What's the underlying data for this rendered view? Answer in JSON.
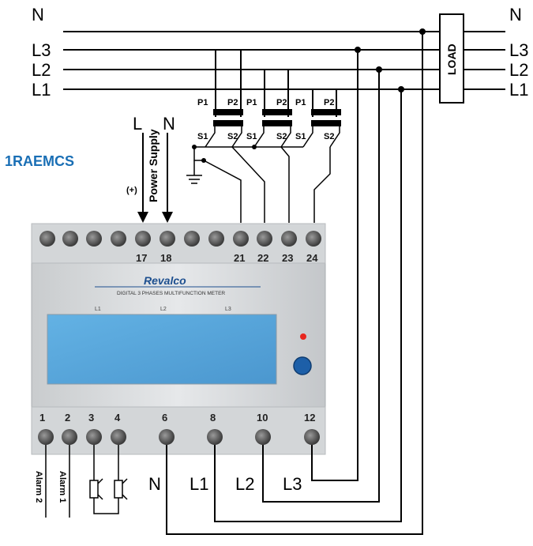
{
  "lines": {
    "n": "N",
    "l3": "L3",
    "l2": "L2",
    "l1": "L1"
  },
  "load_label": "LOAD",
  "model": "1RAEMCS",
  "power_supply": {
    "label": "Power Supply",
    "l": "L",
    "n": "N",
    "plus": "(+)"
  },
  "ct": {
    "p1": "P1",
    "p2": "P2",
    "s1": "S1",
    "s2": "S2"
  },
  "terminals_top": [
    "17",
    "18",
    "21",
    "22",
    "23",
    "24"
  ],
  "terminals_bottom": [
    "1",
    "2",
    "3",
    "4",
    "6",
    "8",
    "10",
    "12"
  ],
  "meter": {
    "brand": "Revalco",
    "subtitle": "DIGITAL 3 PHASES MULTIFUNCTION METER",
    "display_labels": [
      "L1",
      "L2",
      "L3"
    ]
  },
  "bottom_labels": {
    "n": "N",
    "l1": "L1",
    "l2": "L2",
    "l3": "L3",
    "alarm2": "Alarm 2",
    "alarm1": "Alarm 1"
  },
  "colors": {
    "model_text": "#1a6fb5",
    "meter_body": "#dcdfe1",
    "display": "#5aa9dc",
    "led": "#e8261e",
    "button": "#1d5fa8"
  }
}
